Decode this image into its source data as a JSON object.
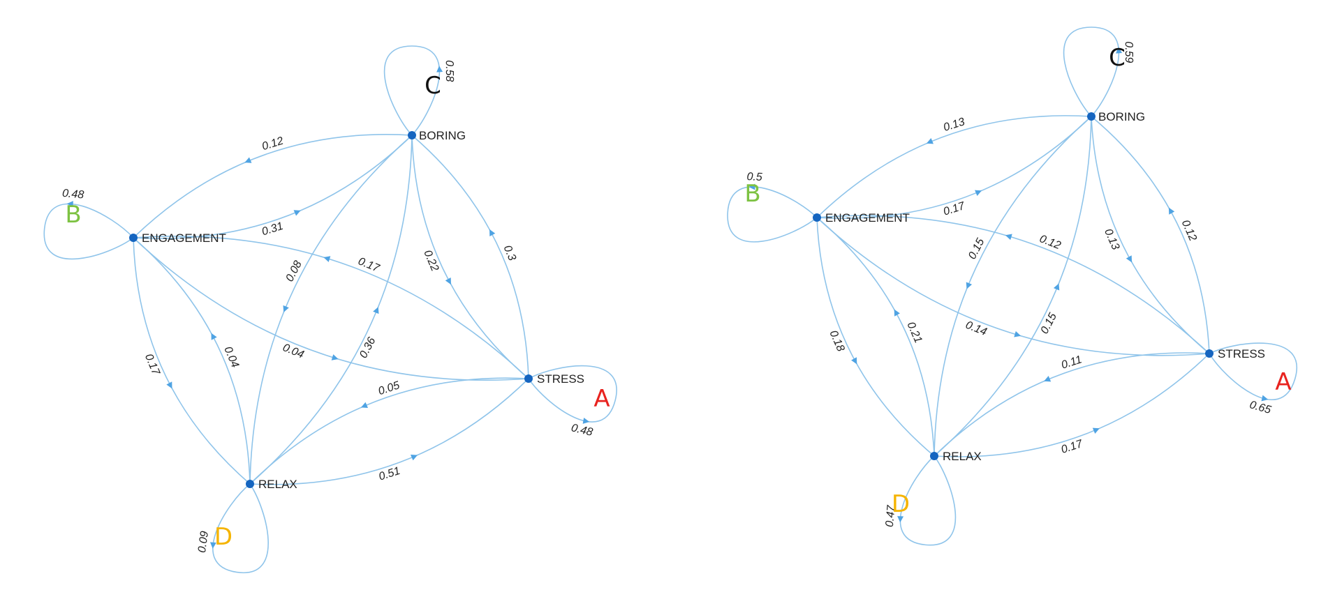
{
  "colors": {
    "edge": "#8fc4ea",
    "arrow": "#4fa3e3",
    "node": "#1565c0",
    "text": "#222222"
  },
  "graphs": [
    {
      "nodes": [
        {
          "id": "boring",
          "label": "BORING"
        },
        {
          "id": "engagement",
          "label": "ENGAGEMENT"
        },
        {
          "id": "stress",
          "label": "STRESS"
        },
        {
          "id": "relax",
          "label": "RELAX"
        }
      ],
      "regions": [
        {
          "node": "boring",
          "letter": "C",
          "color": "#111111"
        },
        {
          "node": "engagement",
          "letter": "B",
          "color": "#7dc242"
        },
        {
          "node": "stress",
          "letter": "A",
          "color": "#e8231f"
        },
        {
          "node": "relax",
          "letter": "D",
          "color": "#f5b400"
        }
      ],
      "self_loops": [
        {
          "node": "boring",
          "weight": "0.58"
        },
        {
          "node": "engagement",
          "weight": "0.48"
        },
        {
          "node": "stress",
          "weight": "0.48"
        },
        {
          "node": "relax",
          "weight": "0.09"
        }
      ],
      "edges": [
        {
          "from": "boring",
          "to": "engagement",
          "weight": "0.12"
        },
        {
          "from": "engagement",
          "to": "boring",
          "weight": "0.31"
        },
        {
          "from": "boring",
          "to": "stress",
          "weight": "0.22"
        },
        {
          "from": "stress",
          "to": "boring",
          "weight": "0.3"
        },
        {
          "from": "boring",
          "to": "relax",
          "weight": "0.08"
        },
        {
          "from": "relax",
          "to": "boring",
          "weight": "0.36"
        },
        {
          "from": "stress",
          "to": "engagement",
          "weight": "0.17"
        },
        {
          "from": "engagement",
          "to": "stress",
          "weight": "0.04"
        },
        {
          "from": "engagement",
          "to": "relax",
          "weight": "0.17"
        },
        {
          "from": "relax",
          "to": "engagement",
          "weight": "0.04"
        },
        {
          "from": "stress",
          "to": "relax",
          "weight": "0.05"
        },
        {
          "from": "relax",
          "to": "stress",
          "weight": "0.51"
        }
      ]
    },
    {
      "nodes": [
        {
          "id": "boring",
          "label": "BORING"
        },
        {
          "id": "engagement",
          "label": "ENGAGEMENT"
        },
        {
          "id": "stress",
          "label": "STRESS"
        },
        {
          "id": "relax",
          "label": "RELAX"
        }
      ],
      "regions": [
        {
          "node": "boring",
          "letter": "C",
          "color": "#111111"
        },
        {
          "node": "engagement",
          "letter": "B",
          "color": "#7dc242"
        },
        {
          "node": "stress",
          "letter": "A",
          "color": "#e8231f"
        },
        {
          "node": "relax",
          "letter": "D",
          "color": "#f5b400"
        }
      ],
      "self_loops": [
        {
          "node": "boring",
          "weight": "0.59"
        },
        {
          "node": "engagement",
          "weight": "0.5"
        },
        {
          "node": "stress",
          "weight": "0.65"
        },
        {
          "node": "relax",
          "weight": "0.47"
        }
      ],
      "edges": [
        {
          "from": "boring",
          "to": "engagement",
          "weight": "0.13"
        },
        {
          "from": "engagement",
          "to": "boring",
          "weight": "0.17"
        },
        {
          "from": "boring",
          "to": "stress",
          "weight": "0.13"
        },
        {
          "from": "stress",
          "to": "boring",
          "weight": "0.12"
        },
        {
          "from": "boring",
          "to": "relax",
          "weight": "0.15"
        },
        {
          "from": "relax",
          "to": "boring",
          "weight": "0.15"
        },
        {
          "from": "stress",
          "to": "engagement",
          "weight": "0.12"
        },
        {
          "from": "engagement",
          "to": "stress",
          "weight": "0.14"
        },
        {
          "from": "engagement",
          "to": "relax",
          "weight": "0.18"
        },
        {
          "from": "relax",
          "to": "engagement",
          "weight": "0.21"
        },
        {
          "from": "stress",
          "to": "relax",
          "weight": "0.11"
        },
        {
          "from": "relax",
          "to": "stress",
          "weight": "0.17"
        }
      ]
    }
  ]
}
